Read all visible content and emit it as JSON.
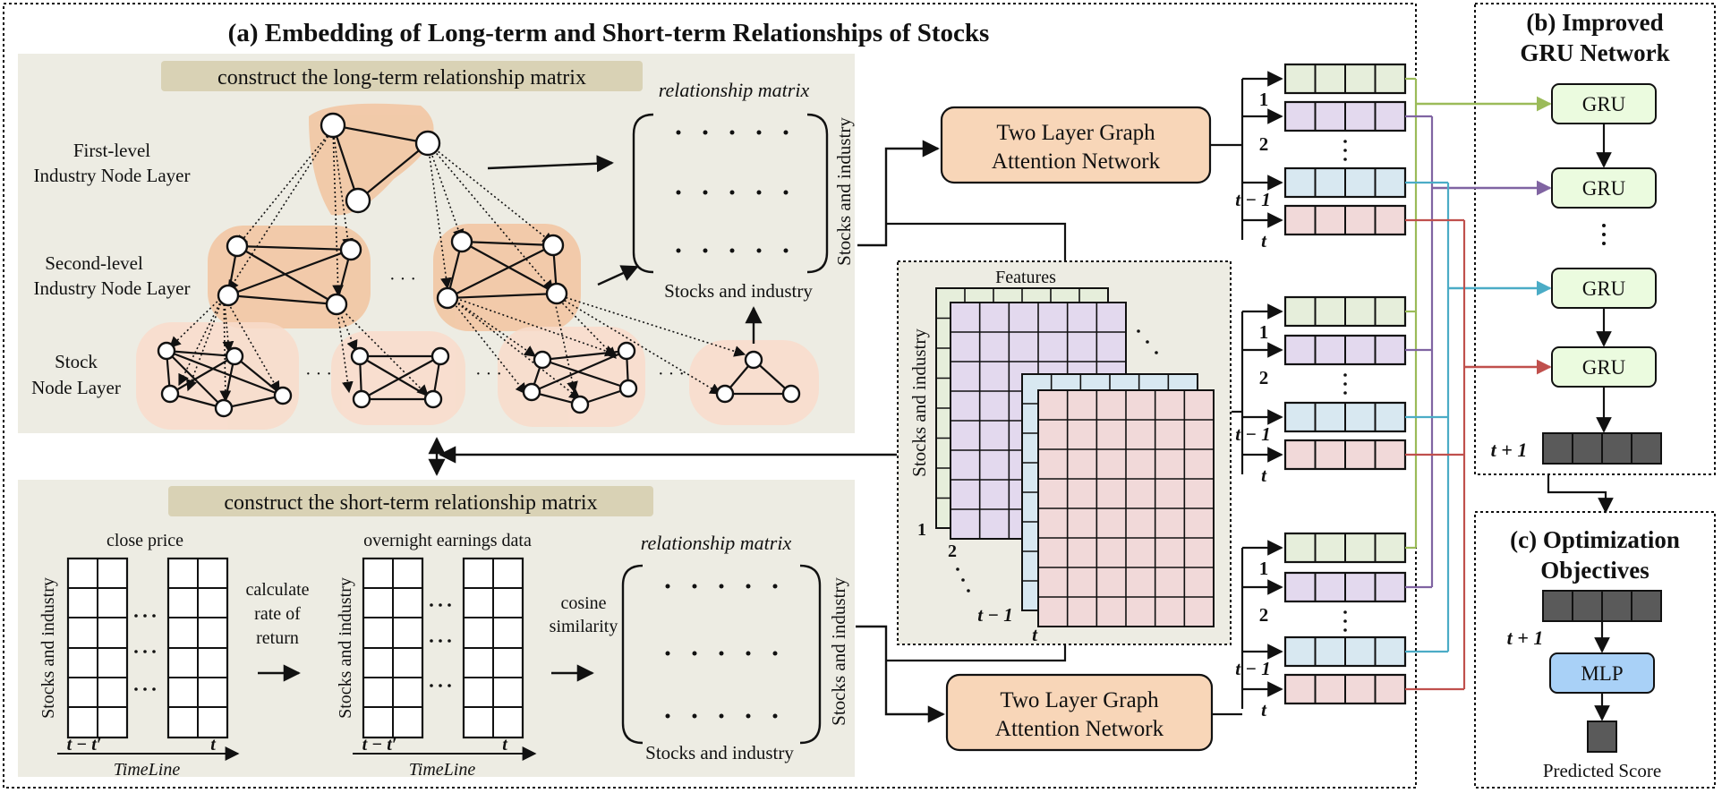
{
  "panels": {
    "a_title": "(a) Embedding of Long-term and Short-term Relationships of Stocks",
    "b_title_line1": "(b) Improved",
    "b_title_line2": "GRU Network",
    "c_title_line1": "(c) Optimization",
    "c_title_line2": "Objectives"
  },
  "long_term": {
    "banner": "construct the long-term relationship matrix",
    "layer_first_line1": "First-level",
    "layer_first_line2": "Industry Node Layer",
    "layer_second_line1": "Second-level",
    "layer_second_line2": "Industry Node Layer",
    "layer_stock_line1": "Stock",
    "layer_stock_line2": "Node Layer",
    "matrix_title": "relationship matrix",
    "matrix_xlabel": "Stocks and industry",
    "matrix_ylabel": "Stocks and industry",
    "ellipsis": "· · ·"
  },
  "short_term": {
    "banner": "construct the short-term relationship matrix",
    "close_price": "close price",
    "overnight": "overnight earnings data",
    "calc_line1": "calculate",
    "calc_line2": "rate of",
    "calc_line3": "return",
    "cos_line1": "cosine",
    "cos_line2": "similarity",
    "matrix_title": "relationship matrix",
    "matrix_xlabel": "Stocks and industry",
    "matrix_ylabel": "Stocks and industry",
    "grid_ylabel": "Stocks and industry",
    "time_start": "t − t′",
    "time_end": "t",
    "timeline": "TimeLine"
  },
  "features": {
    "title": "Features",
    "ylabel": "Stocks and industry",
    "idx_1": "1",
    "idx_2": "2",
    "idx_t1": "t − 1",
    "idx_t": "t"
  },
  "gat": {
    "top_line1": "Two Layer Graph",
    "top_line2": "Attention Network",
    "bottom_line1": "Two Layer Graph",
    "bottom_line2": "Attention Network"
  },
  "sequence_labels": {
    "one": "1",
    "two": "2",
    "t_minus_1": "t − 1",
    "t": "t"
  },
  "gru": {
    "cell_label": "GRU",
    "output_label": "t + 1"
  },
  "optimization": {
    "input_label": "t + 1",
    "mlp_label": "MLP",
    "output_label": "Predicted Score"
  },
  "colors": {
    "seq1": "#e6eedb",
    "seq2": "#e3d9ee",
    "seq3": "#d8e8f1",
    "seq4": "#f1d9d9",
    "line1": "#9bbb59",
    "line2": "#8064a2",
    "line3": "#4bacc6",
    "line4": "#c0504d",
    "gat_box": "#f8d6b8",
    "gru_box": "#ebfbdf",
    "mlp_box": "#a9d1f7",
    "panel_bg": "#edece3",
    "banner": "#d9d2b5",
    "node_glow": "#f2c7a3"
  }
}
